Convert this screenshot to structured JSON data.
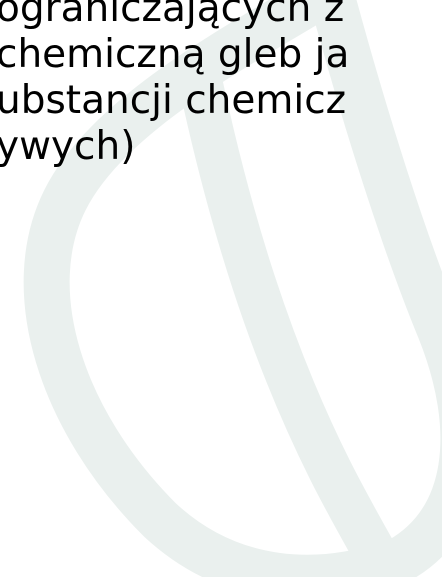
{
  "document": {
    "lines": [
      "ograniczających z",
      "chemiczną gleb ja",
      "ubstancji chemicz",
      "ywych)"
    ]
  },
  "colors": {
    "text": "#000000",
    "watermark": "#eaf0ee",
    "background": "#ffffff"
  },
  "icons": {
    "watermark": "leaf-icon"
  }
}
